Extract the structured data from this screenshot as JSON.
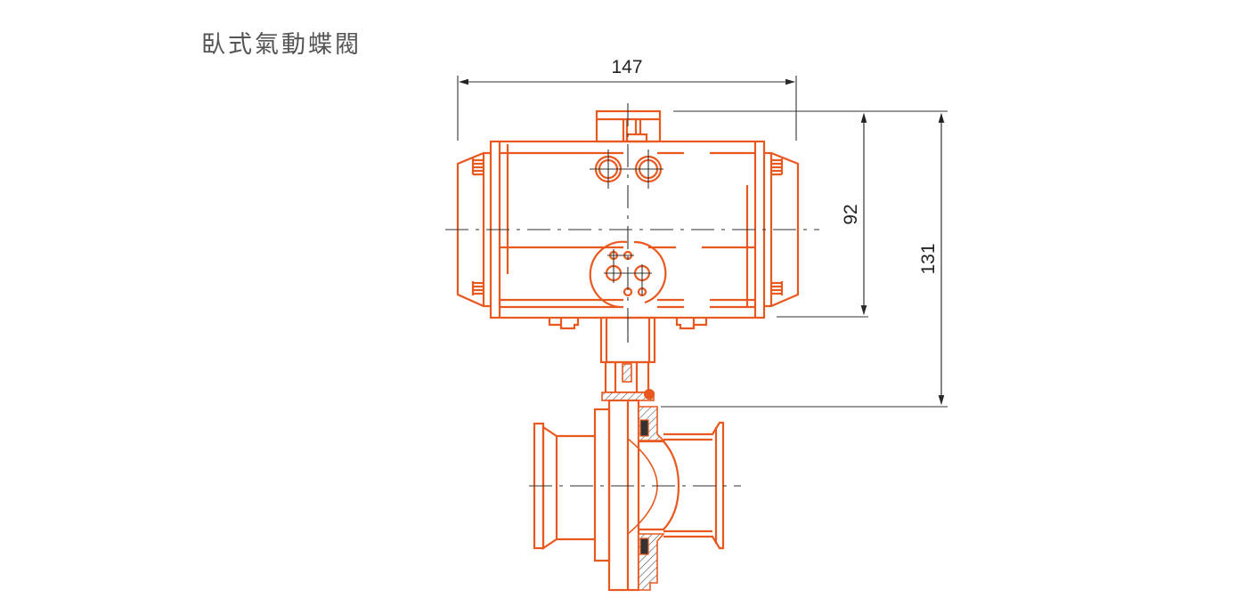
{
  "title": "臥式氣動蝶閥",
  "drawing": {
    "subject": "pneumatic butterfly valve (horizontal actuator)",
    "line_color": "#e8581f",
    "dimension_color": "#222222",
    "dimensions": {
      "width": "147",
      "actuator_height": "92",
      "total_height": "131"
    }
  }
}
